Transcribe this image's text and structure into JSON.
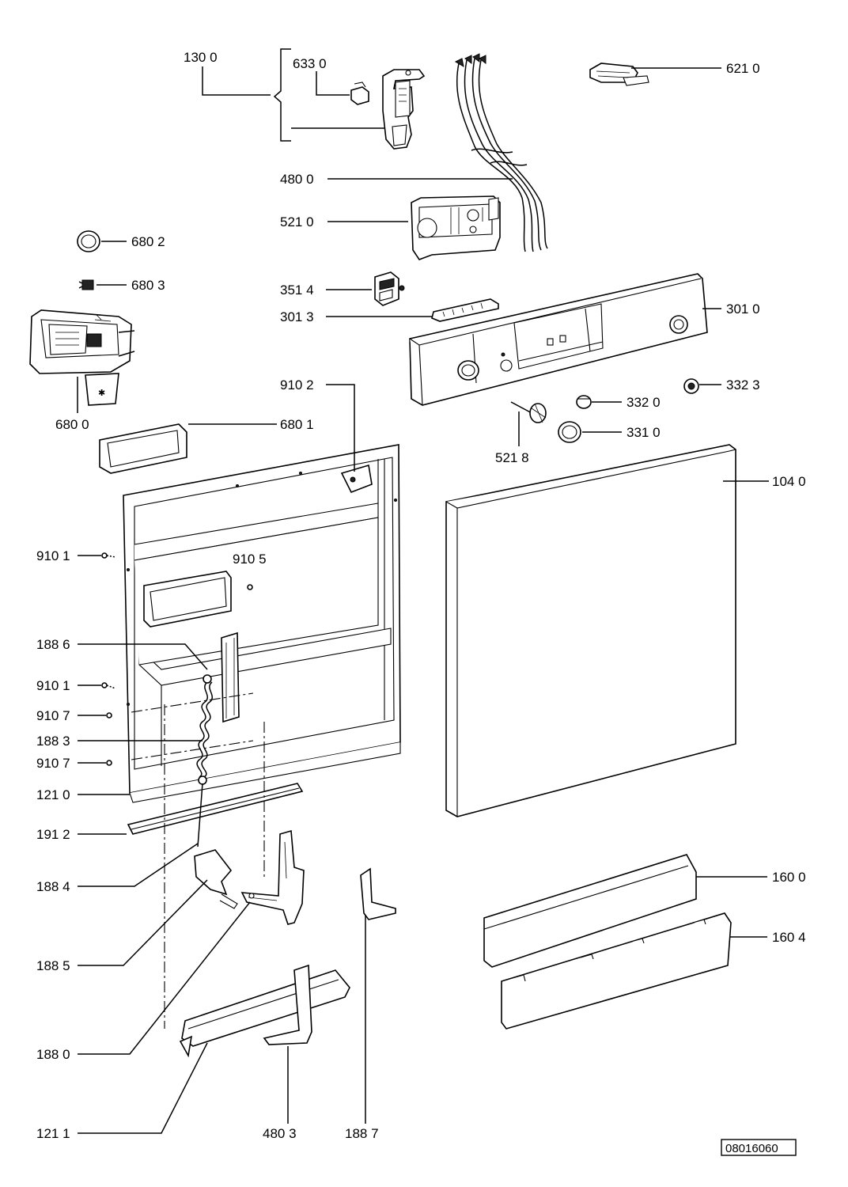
{
  "labels": {
    "p1300": "130 0",
    "p6330": "633 0",
    "p6210": "621 0",
    "p4800": "480 0",
    "p5210": "521 0",
    "p6802": "680 2",
    "p6803": "680 3",
    "p3514": "351 4",
    "p3013": "301 3",
    "p3010": "301 0",
    "p6800": "680 0",
    "p9102": "910 2",
    "p3323": "332 3",
    "p3320": "332 0",
    "p6801": "680 1",
    "p3310": "331 0",
    "p5218": "521 8",
    "p1040": "104 0",
    "p9101a": "910 1",
    "p9105": "910 5",
    "p1886": "188 6",
    "p9101b": "910 1",
    "p9107a": "910 7",
    "p1883": "188 3",
    "p9107b": "910 7",
    "p1210": "121 0",
    "p1912": "191 2",
    "p1884": "188 4",
    "p1600": "160 0",
    "p1604": "160 4",
    "p1885": "188 5",
    "p1880": "188 0",
    "p1211": "121 1",
    "p4803": "480 3",
    "p1887": "188 7"
  },
  "drawing_number": "08016060"
}
